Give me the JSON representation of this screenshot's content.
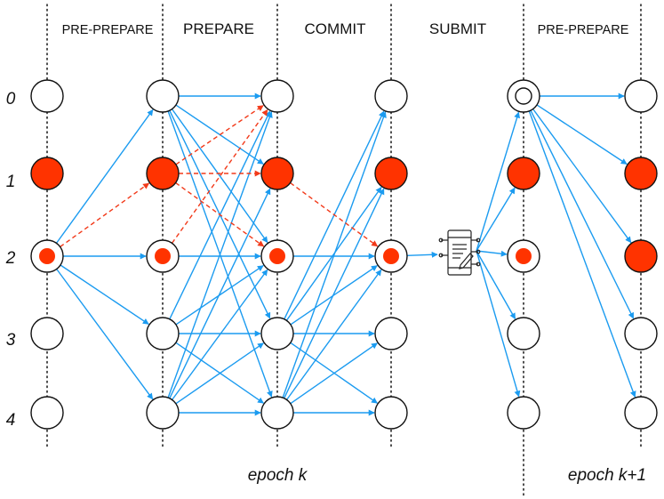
{
  "phases": [
    {
      "id": "pre-prepare-1",
      "label": "PRE-PREPARE"
    },
    {
      "id": "prepare",
      "label": "PREPARE"
    },
    {
      "id": "commit",
      "label": "COMMIT"
    },
    {
      "id": "submit",
      "label": "SUBMIT"
    },
    {
      "id": "pre-prepare-2",
      "label": "PRE-PREPARE"
    }
  ],
  "rows": [
    "0",
    "1",
    "2",
    "3",
    "4"
  ],
  "epochs": [
    {
      "id": "epoch-k",
      "label": "epoch k"
    },
    {
      "id": "epoch-k1",
      "label": "epoch k+1"
    }
  ],
  "nodes": {
    "c0": [
      {
        "row": 0,
        "state": "normal"
      },
      {
        "row": 1,
        "state": "faulty"
      },
      {
        "row": 2,
        "state": "dot"
      },
      {
        "row": 3,
        "state": "normal"
      },
      {
        "row": 4,
        "state": "normal"
      }
    ],
    "c1": [
      {
        "row": 0,
        "state": "normal"
      },
      {
        "row": 1,
        "state": "faulty"
      },
      {
        "row": 2,
        "state": "dot"
      },
      {
        "row": 3,
        "state": "normal"
      },
      {
        "row": 4,
        "state": "normal"
      }
    ],
    "c2": [
      {
        "row": 0,
        "state": "normal"
      },
      {
        "row": 1,
        "state": "faulty"
      },
      {
        "row": 2,
        "state": "dot"
      },
      {
        "row": 3,
        "state": "normal"
      },
      {
        "row": 4,
        "state": "normal"
      }
    ],
    "c3": [
      {
        "row": 0,
        "state": "normal"
      },
      {
        "row": 1,
        "state": "faulty"
      },
      {
        "row": 2,
        "state": "dot"
      },
      {
        "row": 3,
        "state": "normal"
      },
      {
        "row": 4,
        "state": "normal"
      }
    ],
    "c4": [
      {
        "row": 0,
        "state": "ring"
      },
      {
        "row": 1,
        "state": "faulty"
      },
      {
        "row": 2,
        "state": "dot"
      },
      {
        "row": 3,
        "state": "normal"
      },
      {
        "row": 4,
        "state": "normal"
      }
    ],
    "c5": [
      {
        "row": 0,
        "state": "normal"
      },
      {
        "row": 1,
        "state": "faulty"
      },
      {
        "row": 2,
        "state": "faulty"
      },
      {
        "row": 3,
        "state": "normal"
      },
      {
        "row": 4,
        "state": "normal"
      }
    ]
  },
  "edges": {
    "blue": [
      [
        "c0",
        2,
        "c1",
        0
      ],
      [
        "c0",
        2,
        "c1",
        2
      ],
      [
        "c0",
        2,
        "c1",
        3
      ],
      [
        "c0",
        2,
        "c1",
        4
      ],
      [
        "c1",
        0,
        "c2",
        0
      ],
      [
        "c1",
        0,
        "c2",
        1
      ],
      [
        "c1",
        0,
        "c2",
        2
      ],
      [
        "c1",
        0,
        "c2",
        3
      ],
      [
        "c1",
        0,
        "c2",
        4
      ],
      [
        "c1",
        2,
        "c2",
        2
      ],
      [
        "c1",
        3,
        "c2",
        0
      ],
      [
        "c1",
        3,
        "c2",
        2
      ],
      [
        "c1",
        3,
        "c2",
        3
      ],
      [
        "c1",
        3,
        "c2",
        4
      ],
      [
        "c1",
        4,
        "c2",
        0
      ],
      [
        "c1",
        4,
        "c2",
        1
      ],
      [
        "c1",
        4,
        "c2",
        2
      ],
      [
        "c1",
        4,
        "c2",
        3
      ],
      [
        "c1",
        4,
        "c2",
        4
      ],
      [
        "c2",
        2,
        "c3",
        2
      ],
      [
        "c2",
        3,
        "c3",
        0
      ],
      [
        "c2",
        3,
        "c3",
        1
      ],
      [
        "c2",
        3,
        "c3",
        2
      ],
      [
        "c2",
        3,
        "c3",
        3
      ],
      [
        "c2",
        3,
        "c3",
        4
      ],
      [
        "c2",
        4,
        "c3",
        0
      ],
      [
        "c2",
        4,
        "c3",
        1
      ],
      [
        "c2",
        4,
        "c3",
        2
      ],
      [
        "c2",
        4,
        "c3",
        3
      ],
      [
        "c2",
        4,
        "c3",
        4
      ],
      [
        "c3",
        2,
        "icon",
        0
      ],
      [
        "icon",
        0,
        "c4",
        0
      ],
      [
        "icon",
        0,
        "c4",
        1
      ],
      [
        "icon",
        0,
        "c4",
        2
      ],
      [
        "icon",
        0,
        "c4",
        3
      ],
      [
        "icon",
        0,
        "c4",
        4
      ],
      [
        "c4",
        0,
        "c5",
        0
      ],
      [
        "c4",
        0,
        "c5",
        1
      ],
      [
        "c4",
        0,
        "c5",
        2
      ],
      [
        "c4",
        0,
        "c5",
        3
      ],
      [
        "c4",
        0,
        "c5",
        4
      ]
    ],
    "red": [
      [
        "c0",
        2,
        "c1",
        1
      ],
      [
        "c1",
        1,
        "c2",
        0
      ],
      [
        "c1",
        1,
        "c2",
        1
      ],
      [
        "c1",
        1,
        "c2",
        2
      ],
      [
        "c1",
        2,
        "c2",
        0
      ],
      [
        "c2",
        1,
        "c3",
        2
      ]
    ]
  },
  "colors": {
    "blue": "#1b9bf0",
    "red": "#ff3300"
  },
  "icon": "server-document-icon"
}
